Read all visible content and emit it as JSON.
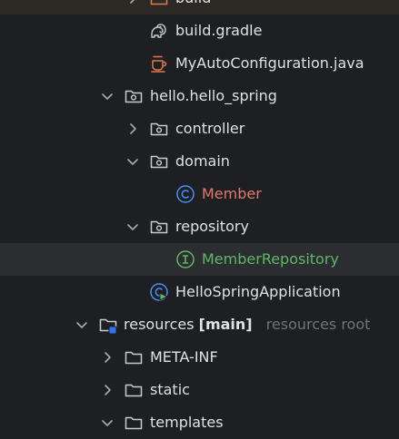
{
  "tree": {
    "build_label": "build",
    "build_gradle_label": "build.gradle",
    "myauto_label": "MyAutoConfiguration.java",
    "package_label": "hello.hello_spring",
    "controller_label": "controller",
    "domain_label": "domain",
    "member_label": "Member",
    "repository_label": "repository",
    "member_repository_label": "MemberRepository",
    "hello_app_label": "HelloSpringApplication",
    "resources_label": "resources",
    "resources_module": "[main]",
    "resources_hint": "resources root",
    "meta_inf_label": "META-INF",
    "static_label": "static",
    "templates_label": "templates"
  },
  "icons": {
    "folder": "folder-icon",
    "package": "package-icon",
    "gradle": "gradle-icon",
    "java": "java-file-icon",
    "class": "class-icon",
    "interface": "interface-icon",
    "spring_app": "spring-boot-app-icon",
    "resources": "resources-root-icon"
  },
  "colors": {
    "background": "#1e1f22",
    "selected_row": "#2b2d30",
    "text": "#dfe1e5",
    "muted": "#6f737a",
    "class_label": "#e07a6a",
    "interface_label": "#5fb865",
    "class_icon": "#4a8ef7",
    "java_icon": "#e0784f",
    "resources_badge": "#3574f0"
  }
}
